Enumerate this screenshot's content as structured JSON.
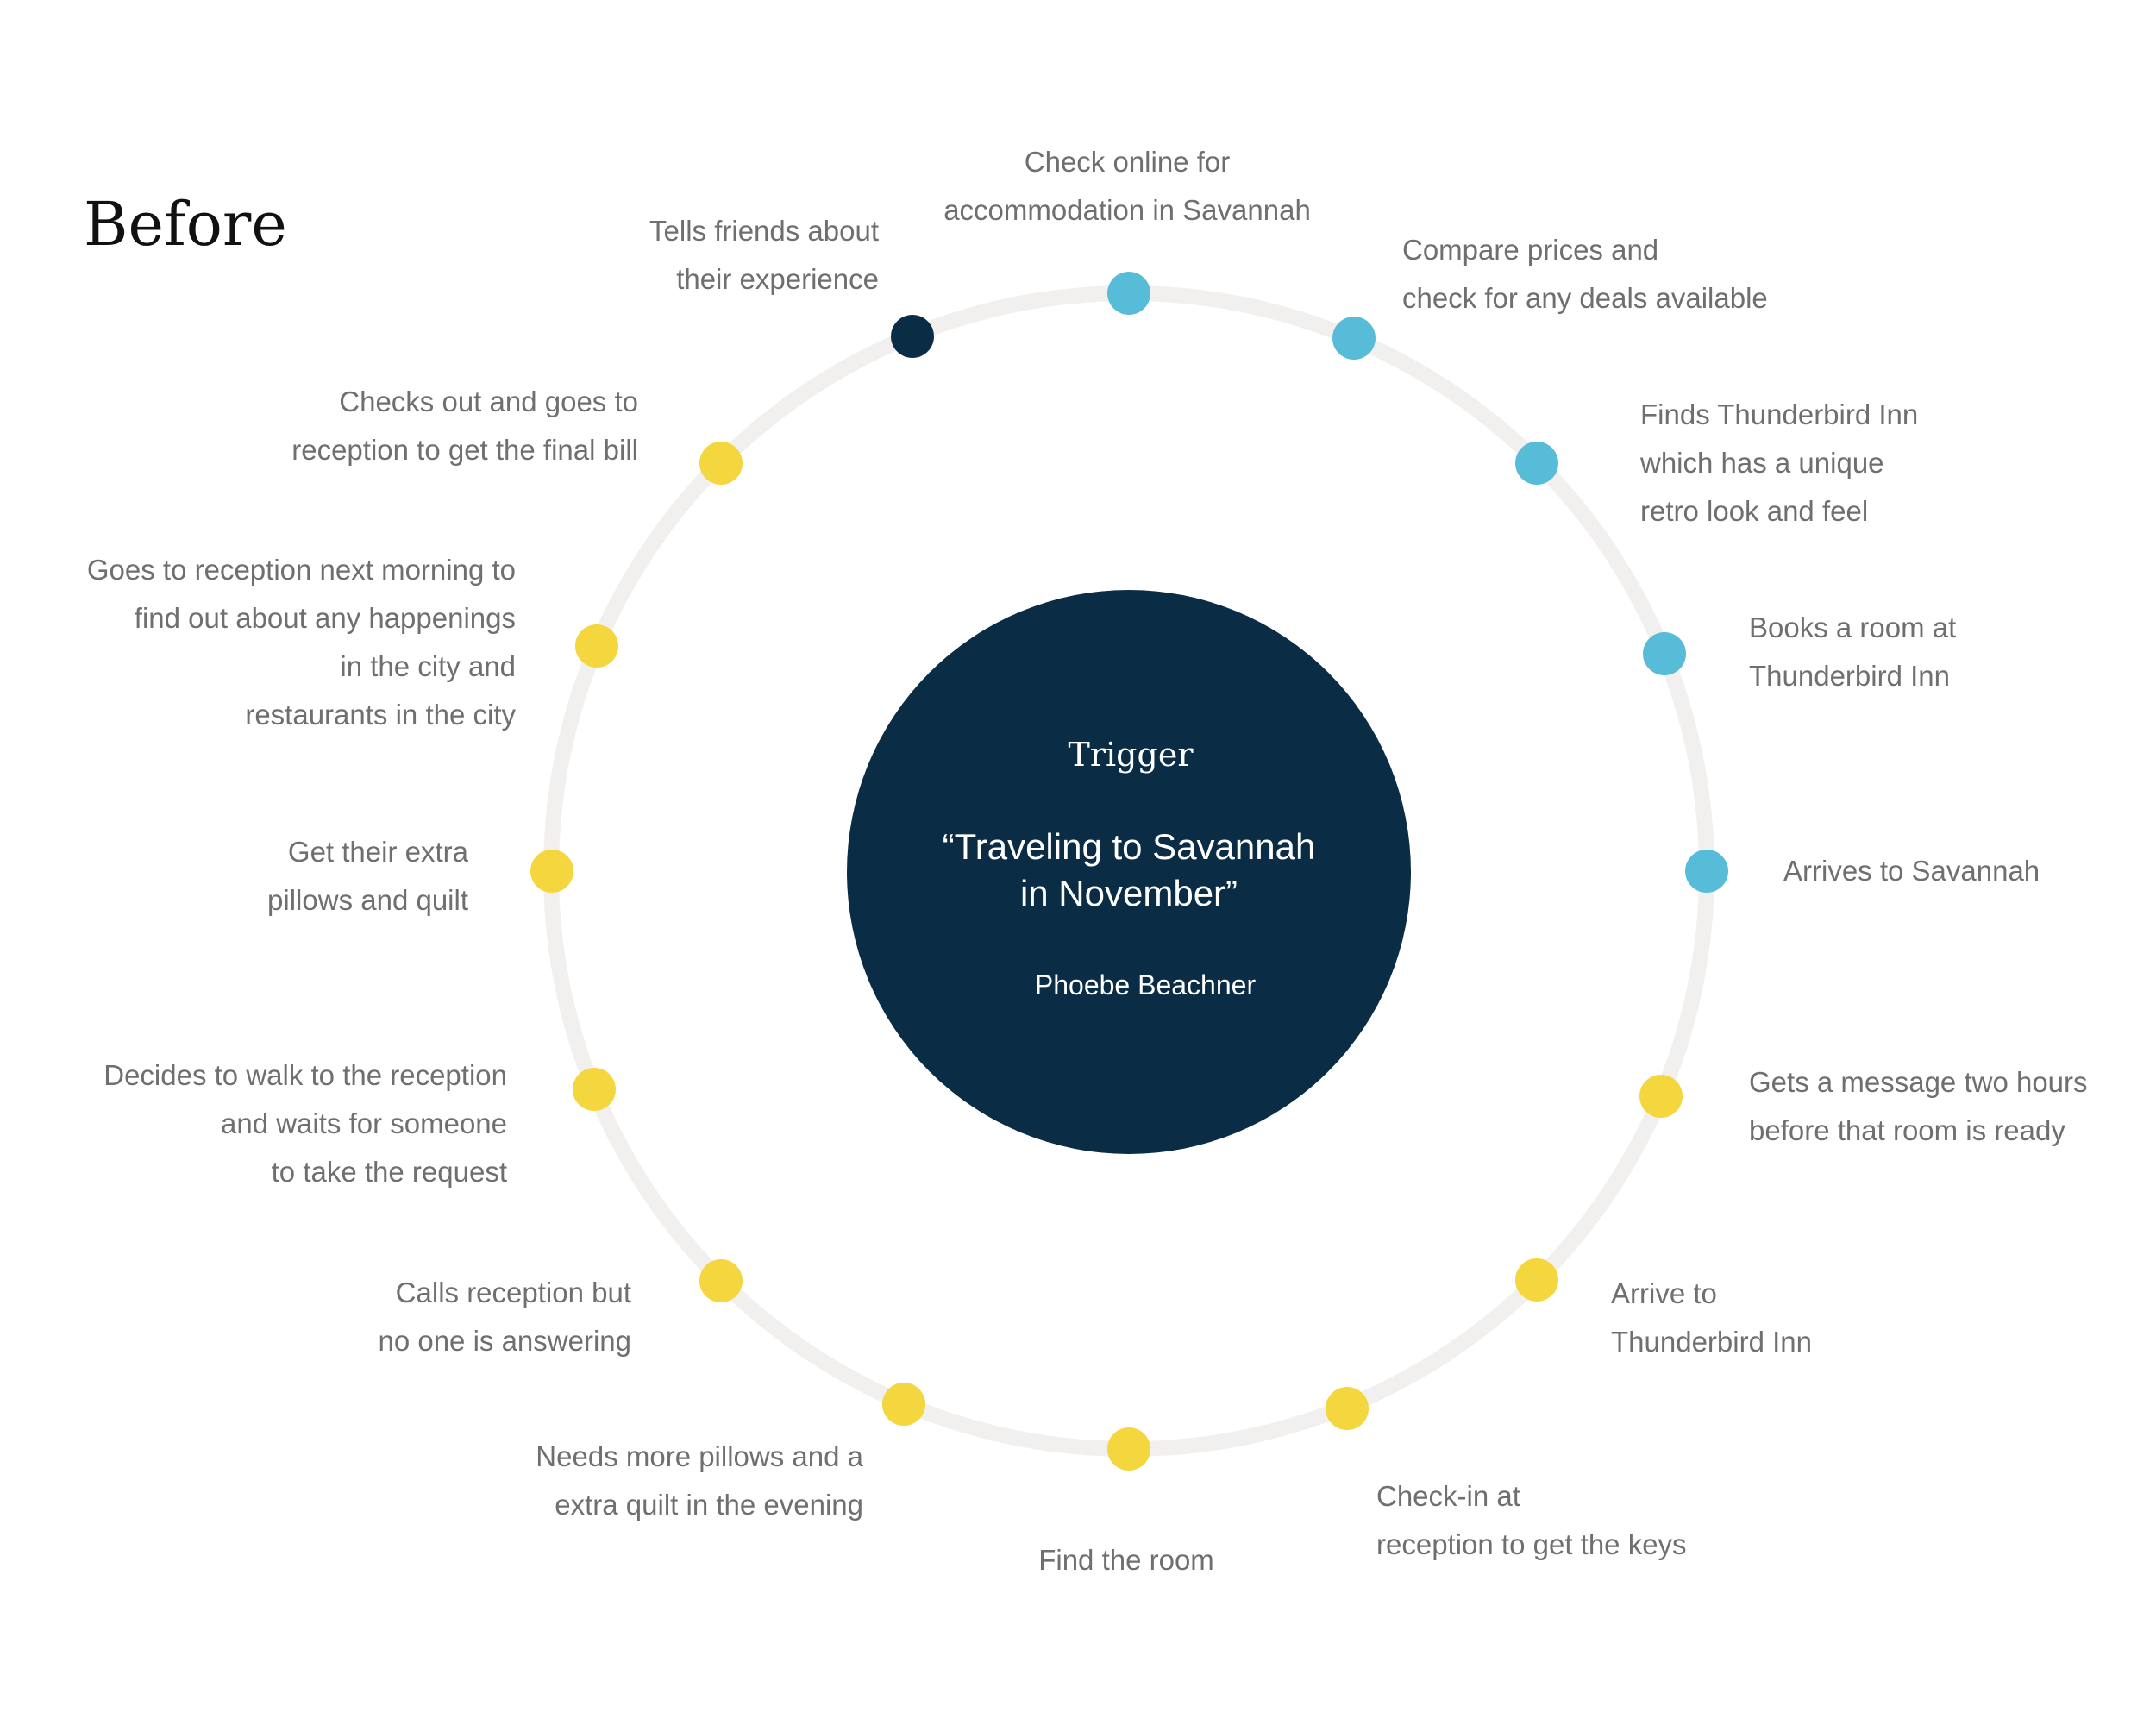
{
  "title": "Before",
  "trigger": {
    "heading": "Trigger",
    "quote_line1": "“Traveling to Savannah",
    "quote_line2": "in November”",
    "person": "Phoebe Beachner"
  },
  "colors": {
    "ring": "#f2f0ef",
    "center": "#0b2c45",
    "phase_research": "#56bcd8",
    "phase_stay": "#f4d63f",
    "phase_share": "#0b2c45",
    "label_text": "#6f6f6f"
  },
  "steps": [
    {
      "id": "check-online",
      "phase": "research",
      "lines": [
        "Check online for",
        "accommodation in Savannah"
      ]
    },
    {
      "id": "compare-prices",
      "phase": "research",
      "lines": [
        "Compare prices and",
        "check for any deals available"
      ]
    },
    {
      "id": "finds-thunderbird",
      "phase": "research",
      "lines": [
        "Finds Thunderbird Inn",
        "which has a unique",
        "retro look and feel"
      ]
    },
    {
      "id": "books-room",
      "phase": "research",
      "lines": [
        "Books a room at",
        "Thunderbird Inn"
      ]
    },
    {
      "id": "arrives-savannah",
      "phase": "research",
      "lines": [
        "Arrives to Savannah"
      ]
    },
    {
      "id": "gets-message",
      "phase": "stay",
      "lines": [
        "Gets a message two hours",
        "before that room is ready"
      ]
    },
    {
      "id": "arrive-thunderbird",
      "phase": "stay",
      "lines": [
        "Arrive to",
        "Thunderbird Inn"
      ]
    },
    {
      "id": "check-in",
      "phase": "stay",
      "lines": [
        "Check-in at",
        "reception to get the keys"
      ]
    },
    {
      "id": "find-room",
      "phase": "stay",
      "lines": [
        "Find the room"
      ]
    },
    {
      "id": "needs-pillows",
      "phase": "stay",
      "lines": [
        "Needs more pillows and a",
        "extra quilt in the evening"
      ]
    },
    {
      "id": "calls-reception",
      "phase": "stay",
      "lines": [
        "Calls reception but",
        "no one is answering"
      ]
    },
    {
      "id": "decides-walk",
      "phase": "stay",
      "lines": [
        "Decides to walk to the reception",
        "and waits for someone",
        "to take the request"
      ]
    },
    {
      "id": "get-pillows",
      "phase": "stay",
      "lines": [
        "Get their extra",
        "pillows and quilt"
      ]
    },
    {
      "id": "next-morning",
      "phase": "stay",
      "lines": [
        "Goes to reception next morning to",
        "find out about any happenings",
        "in the city and",
        "restaurants in the city"
      ]
    },
    {
      "id": "checks-out",
      "phase": "stay",
      "lines": [
        "Checks out and goes to",
        "reception to get the final bill"
      ]
    },
    {
      "id": "tells-friends",
      "phase": "share",
      "lines": [
        "Tells friends about",
        "their experience"
      ]
    }
  ]
}
